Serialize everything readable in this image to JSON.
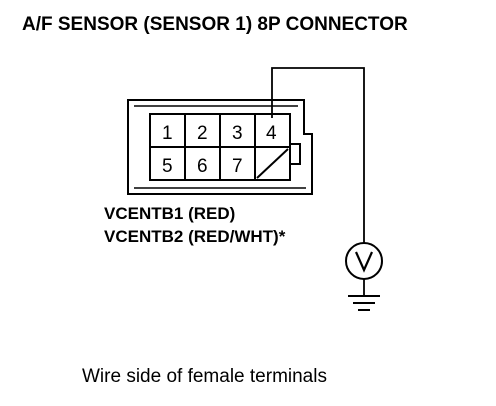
{
  "title": "A/F SENSOR (SENSOR 1) 8P CONNECTOR",
  "connector": {
    "pins": [
      "1",
      "2",
      "3",
      "4",
      "5",
      "6",
      "7"
    ]
  },
  "wire_labels": [
    "VCENTB1 (RED)",
    "VCENTB2 (RED/WHT)*"
  ],
  "meter_symbol": "V",
  "caption": "Wire side of female terminals"
}
